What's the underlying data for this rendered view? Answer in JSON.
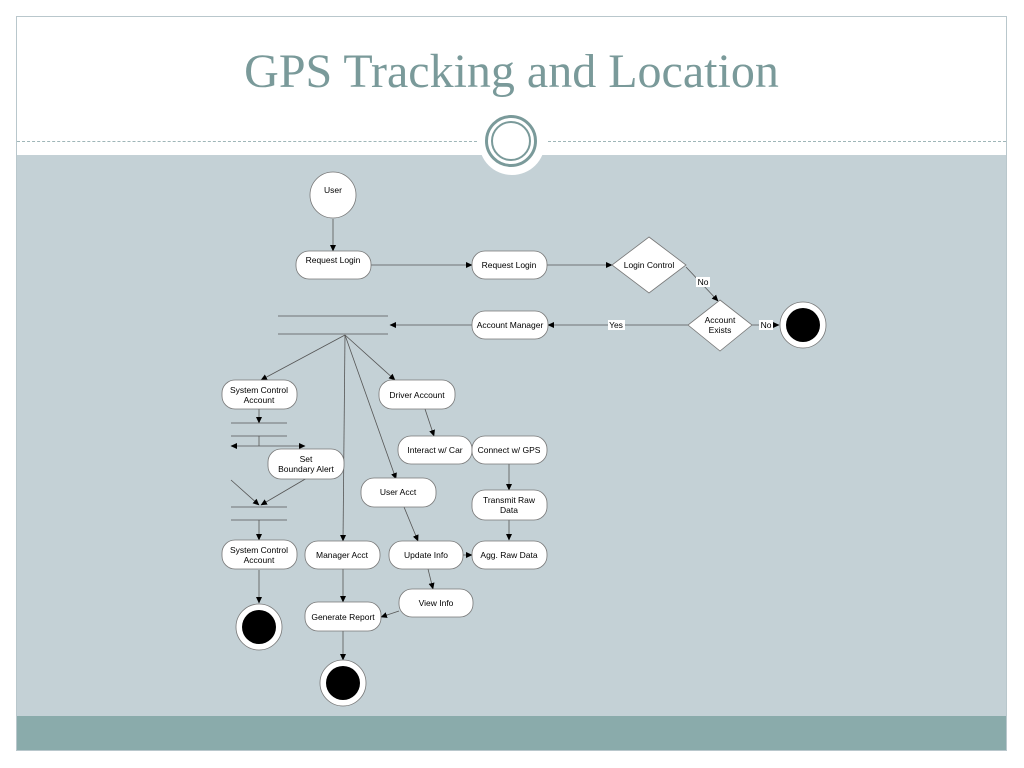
{
  "slide": {
    "title": "GPS Tracking and Location"
  },
  "colors": {
    "title": "#7a9a9a",
    "content_background": "#c4d1d6",
    "footer_band": "#8aabab"
  },
  "diagram": {
    "nodes": {
      "user": "User",
      "request_login_1": "Request Login",
      "request_login_2": "Request Login",
      "login_control": "Login Control",
      "account_exists_1": "Account",
      "account_exists_2": "Exists",
      "account_manager": "Account Manager",
      "system_control_1_a": "System Control",
      "system_control_1_b": "Account",
      "driver_account": "Driver Account",
      "interact_car": "Interact w/ Car",
      "connect_gps": "Connect w/ GPS",
      "set_boundary_a": "Set",
      "set_boundary_b": "Boundary Alert",
      "user_acct": "User Acct",
      "transmit_raw_a": "Transmit Raw",
      "transmit_raw_b": "Data",
      "system_control_2_a": "System Control",
      "system_control_2_b": "Account",
      "manager_acct": "Manager Acct",
      "update_info": "Update Info",
      "agg_raw_data": "Agg. Raw Data",
      "view_info": "View Info",
      "generate_report": "Generate Report"
    },
    "edge_labels": {
      "no_1": "No",
      "no_2": "No",
      "yes": "Yes"
    }
  }
}
